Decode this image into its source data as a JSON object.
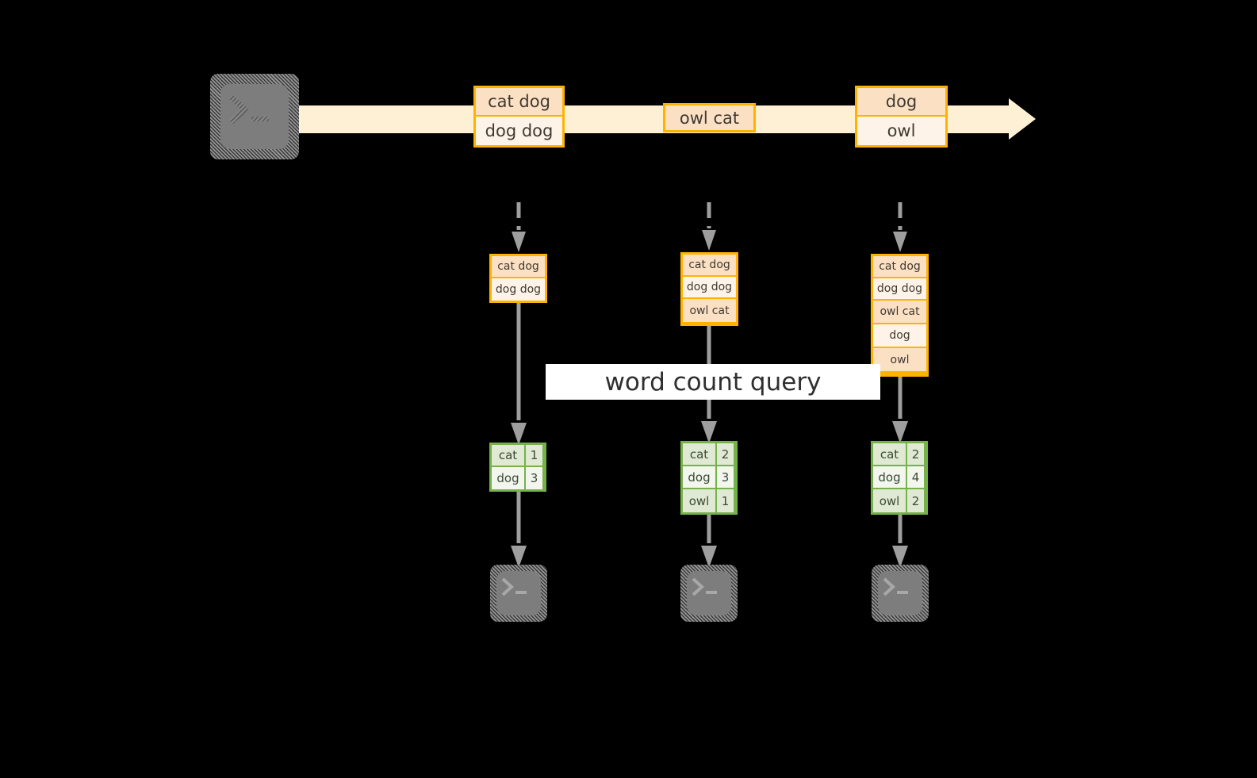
{
  "colors": {
    "background": "#000000",
    "stream_band": "#fdf0d5",
    "record_border": "#ffb300",
    "record_fill_dark": "#fbe0c4",
    "record_fill_light": "#fdf3e8",
    "result_border": "#76b24a",
    "result_fill_dark": "#dfe9d4",
    "result_fill_light": "#f2f6ee",
    "connector": "#9e9e9e",
    "terminal_fill": "#7d7d7d",
    "label_background": "#ffffff",
    "text": "#403a32"
  },
  "source": {
    "icon": "terminal-icon",
    "label": ""
  },
  "stream": {
    "name": "input-stream",
    "records": [
      {
        "lines": [
          "cat dog",
          "dog dog"
        ]
      },
      {
        "lines": [
          "owl cat"
        ]
      },
      {
        "lines": [
          "dog",
          "owl"
        ]
      }
    ]
  },
  "query": {
    "label": "word count query"
  },
  "snapshots": [
    {
      "name": "snapshot-1",
      "input_lines": [
        "cat dog",
        "dog dog"
      ],
      "results": [
        {
          "word": "cat",
          "count": "1"
        },
        {
          "word": "dog",
          "count": "3"
        }
      ],
      "sink_icon": "terminal-icon"
    },
    {
      "name": "snapshot-2",
      "input_lines": [
        "cat dog",
        "dog dog",
        "owl cat"
      ],
      "results": [
        {
          "word": "cat",
          "count": "2"
        },
        {
          "word": "dog",
          "count": "3"
        },
        {
          "word": "owl",
          "count": "1"
        }
      ],
      "sink_icon": "terminal-icon"
    },
    {
      "name": "snapshot-3",
      "input_lines": [
        "cat dog",
        "dog dog",
        "owl cat",
        "dog",
        "owl"
      ],
      "results": [
        {
          "word": "cat",
          "count": "2"
        },
        {
          "word": "dog",
          "count": "4"
        },
        {
          "word": "owl",
          "count": "2"
        }
      ],
      "sink_icon": "terminal-icon"
    }
  ]
}
